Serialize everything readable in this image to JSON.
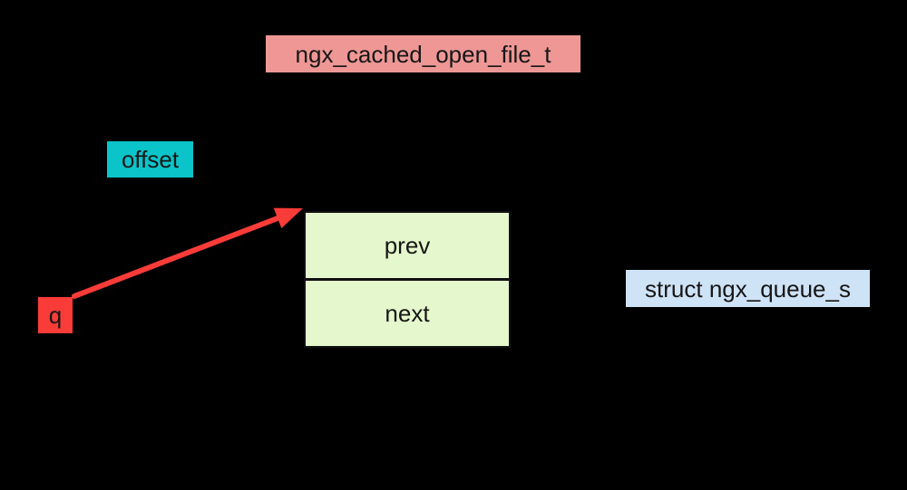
{
  "diagram": {
    "background_color": "#000000",
    "text_color": "#161616",
    "title_box": {
      "label": "ngx_cached_open_file_t",
      "bg": "#ee9795"
    },
    "offset_box": {
      "label": "offset",
      "bg": "#0bc4ca"
    },
    "q_box": {
      "label": "q",
      "bg": "#fa3c38"
    },
    "queue_struct": {
      "bg": "#e5f7cc",
      "border_color": "#111111",
      "fields": [
        {
          "label": "prev"
        },
        {
          "label": "next"
        }
      ]
    },
    "struct_name_box": {
      "label": "struct ngx_queue_s",
      "bg": "#cfe3f6"
    },
    "arrow": {
      "color": "#fa3c38"
    }
  }
}
